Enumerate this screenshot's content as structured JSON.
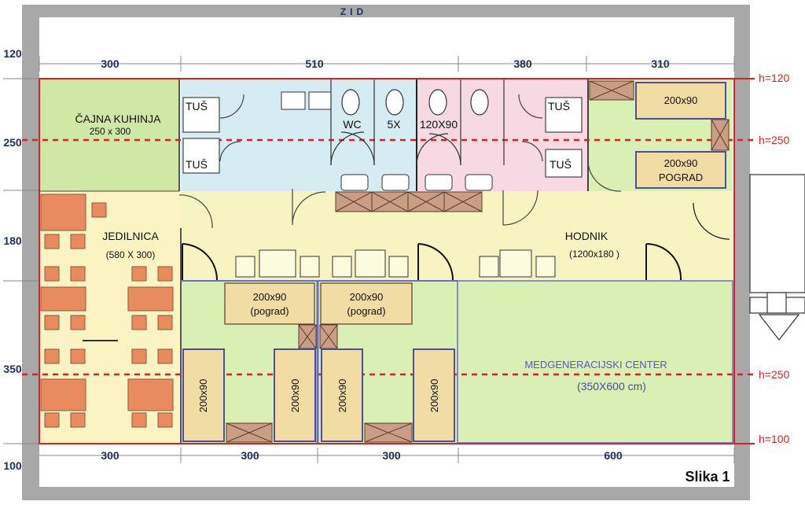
{
  "wall_label": "ZID",
  "figure_caption": "Slika 1",
  "top_dims": [
    "300",
    "510",
    "380",
    "310"
  ],
  "bottom_dims": [
    "300",
    "300",
    "300",
    "600"
  ],
  "left_dims": [
    "120",
    "250",
    "180",
    "350",
    "100"
  ],
  "height_labels": [
    "h=120",
    "h=250",
    "h=250",
    "h=100"
  ],
  "rooms": {
    "cajna_kuhinja": {
      "name": "ČAJNA KUHINJA",
      "size": "250 x 300"
    },
    "jedilnica": {
      "name": "JEDILNICA",
      "size": "(580 X 300)"
    },
    "hodnik": {
      "name": "HODNIK",
      "size": "(1200x180 )"
    },
    "medgeneracijski": {
      "name": "MEDGENERACIJSKI CENTER",
      "size": "(350X600 cm)"
    }
  },
  "bathroom_labels": {
    "tus": "TUŠ",
    "wc": "WC",
    "five_x": "5X",
    "size": "120X90"
  },
  "beds": {
    "single": "200x90",
    "bunk": "200x90",
    "bunk_lower": "(pograd)",
    "upper_right_bunk_lower": "POGRAD"
  },
  "colors": {
    "wall": "#a8a8a8",
    "kitchen": "#cfe8a5",
    "dining": "#fbf4c2",
    "shower_area": "#d5ecf3",
    "wc_area": "#f7d9e3",
    "hallway": "#f7f4c2",
    "bedroom": "#d9efb4",
    "bed_fill": "#f1dca3",
    "bed_border": "#4f4f9e",
    "cabinet": "#c99e84",
    "table": "#e88c60",
    "red_line": "#e02020",
    "dim_text": "#1f2d5a",
    "purple_text": "#5b55c6"
  }
}
